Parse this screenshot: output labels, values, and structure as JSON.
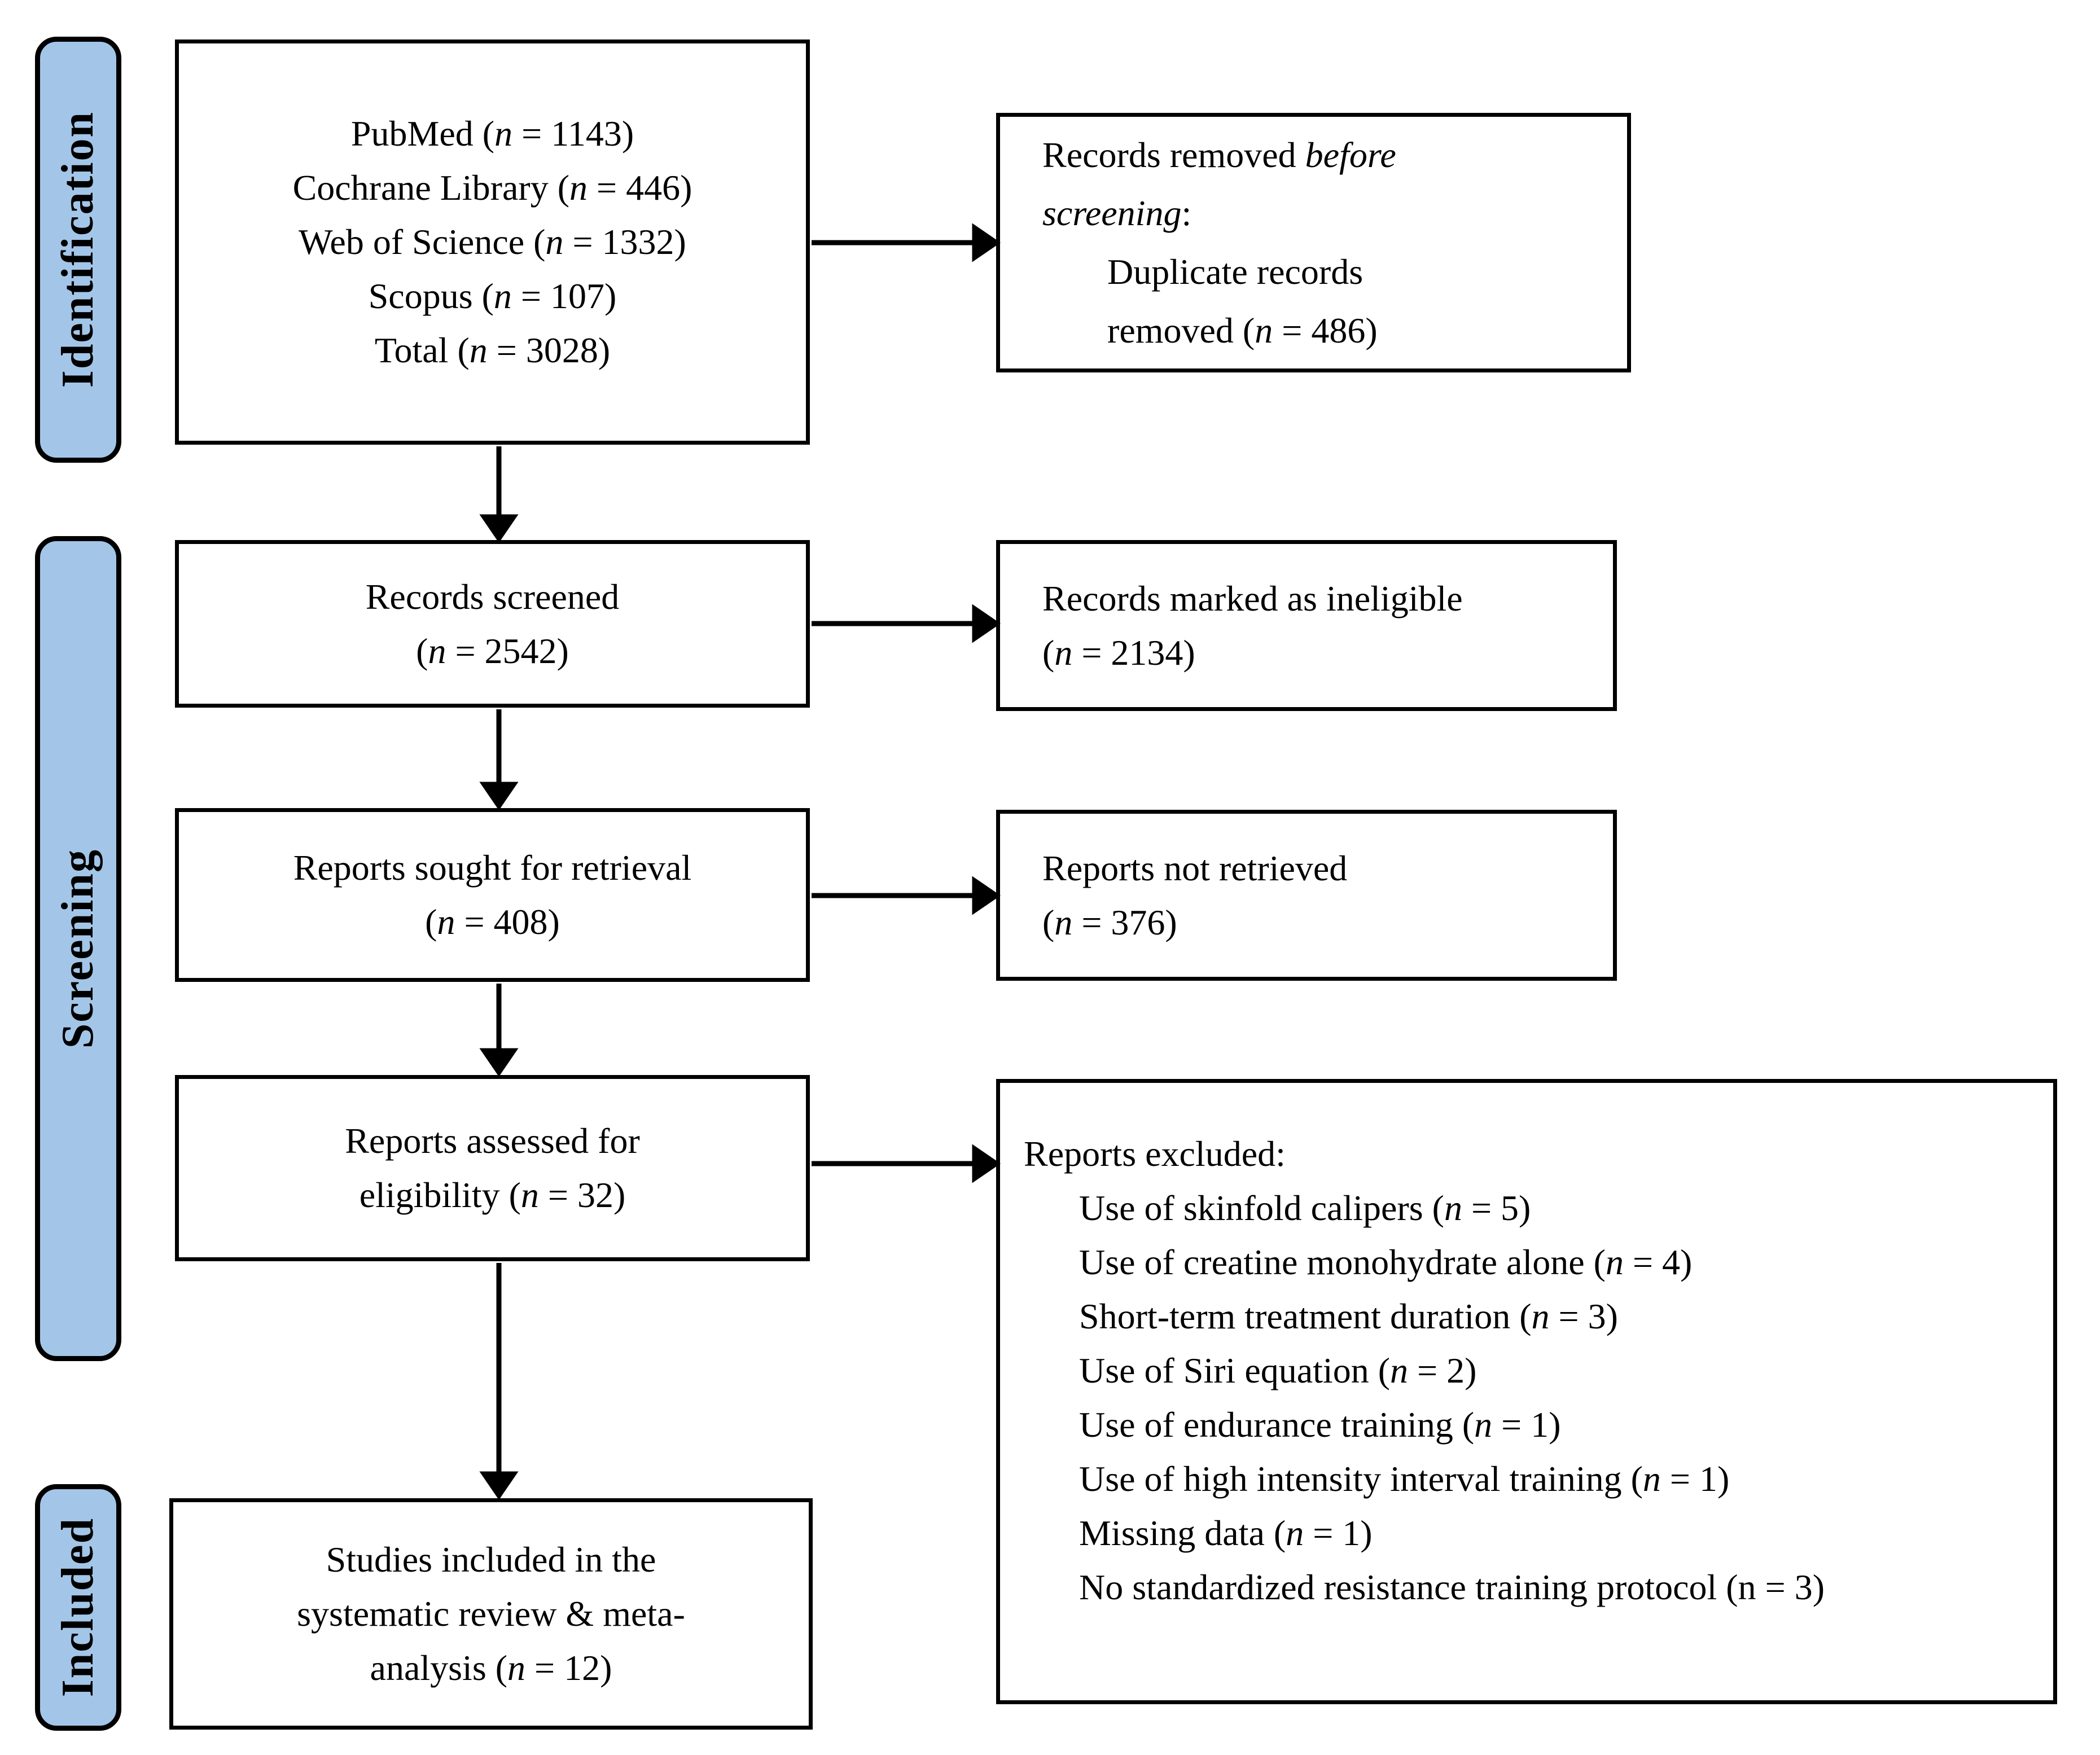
{
  "colors": {
    "stage_fill": "#A3C6E8",
    "box_border": "#000000",
    "box_fill": "#FFFFFF",
    "text": "#000000"
  },
  "sidebar": {
    "identification": "Identification",
    "screening": "Screening",
    "included": "Included"
  },
  "boxes": {
    "sources": {
      "lines": [
        "PubMed (*n* = 1143)",
        "Cochrane Library (*n* = 446)",
        "Web of Science (*n* = 1332)",
        "Scopus (*n* = 107)",
        "Total (*n* = 3028)"
      ]
    },
    "removed_before_screening": {
      "lines": [
        "Records removed *before*",
        "*screening*:"
      ],
      "indented_lines": [
        "Duplicate records",
        "removed (*n* = 486)"
      ]
    },
    "records_screened": {
      "lines": [
        "Records screened",
        "(*n* = 2542)"
      ]
    },
    "records_ineligible": {
      "lines": [
        "Records marked as ineligible",
        "(*n* = 2134)"
      ]
    },
    "reports_sought": {
      "lines": [
        "Reports sought for retrieval",
        "(*n* = 408)"
      ]
    },
    "reports_not_retrieved": {
      "lines": [
        "Reports not retrieved",
        "(*n* = 376)"
      ]
    },
    "reports_assessed": {
      "lines": [
        "Reports assessed for",
        "eligibility (*n* = 32)"
      ]
    },
    "reports_excluded": {
      "heading": "Reports excluded:",
      "items": [
        "Use of skinfold calipers (*n* = 5)",
        "Use of creatine monohydrate alone (*n* = 4)",
        "Short-term treatment duration (*n* = 3)",
        "Use of Siri equation (*n* = 2)",
        "Use of endurance training (*n* = 1)",
        "Use of high intensity interval training (*n* = 1)",
        "Missing data (*n* = 1)",
        "No standardized resistance training protocol (n = 3)"
      ]
    },
    "studies_included": {
      "lines": [
        "Studies included in the",
        "systematic review & meta-",
        "analysis (*n* = 12)"
      ]
    }
  }
}
